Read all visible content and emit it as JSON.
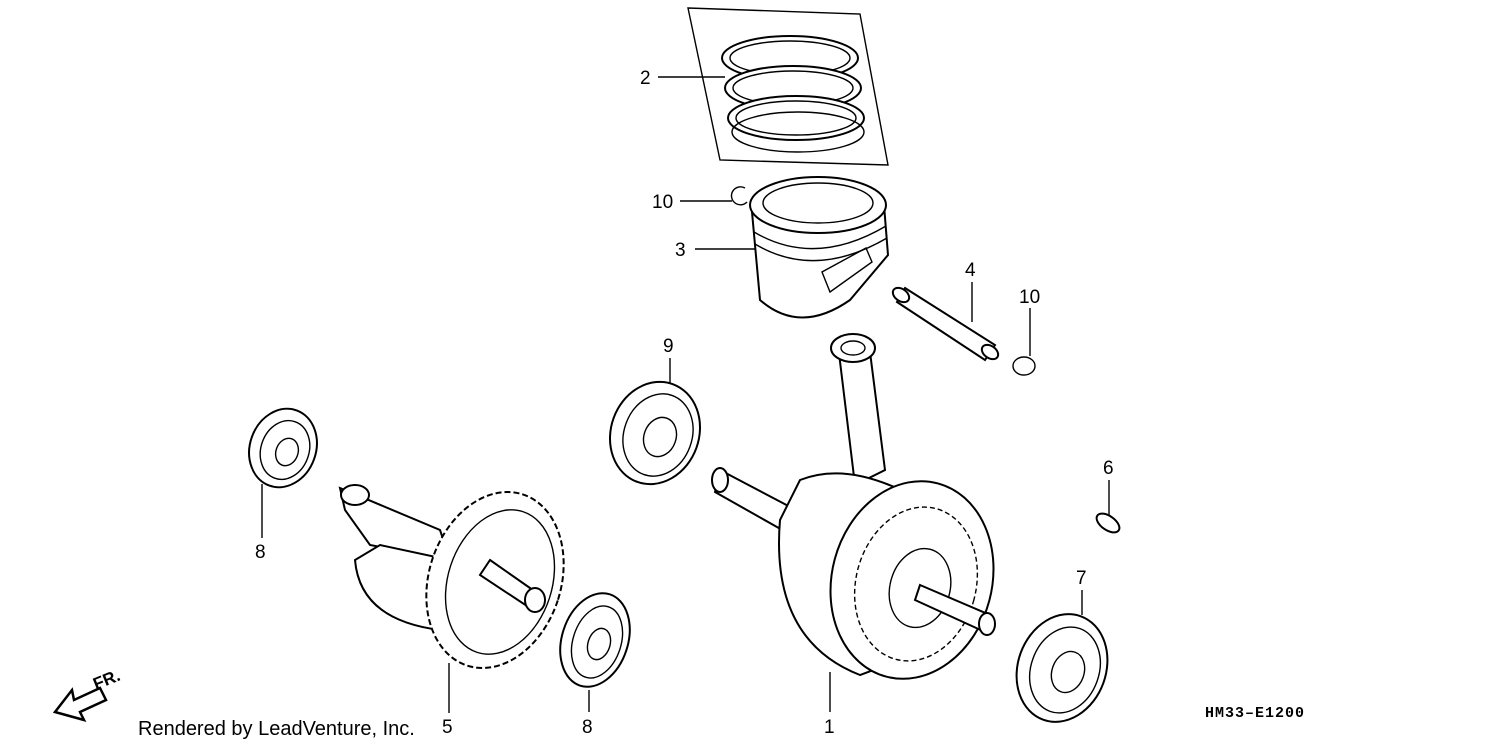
{
  "diagram": {
    "callouts": [
      {
        "id": "c2",
        "text": "2"
      },
      {
        "id": "c10a",
        "text": "10"
      },
      {
        "id": "c3",
        "text": "3"
      },
      {
        "id": "c4",
        "text": "4"
      },
      {
        "id": "c10b",
        "text": "10"
      },
      {
        "id": "c9",
        "text": "9"
      },
      {
        "id": "c6",
        "text": "6"
      },
      {
        "id": "c8a",
        "text": "8"
      },
      {
        "id": "c7",
        "text": "7"
      },
      {
        "id": "c5",
        "text": "5"
      },
      {
        "id": "c8b",
        "text": "8"
      },
      {
        "id": "c1",
        "text": "1"
      }
    ],
    "front_marker": "FR.",
    "footer": "Rendered by LeadVenture, Inc.",
    "drawing_code": "HM33–E1200"
  }
}
